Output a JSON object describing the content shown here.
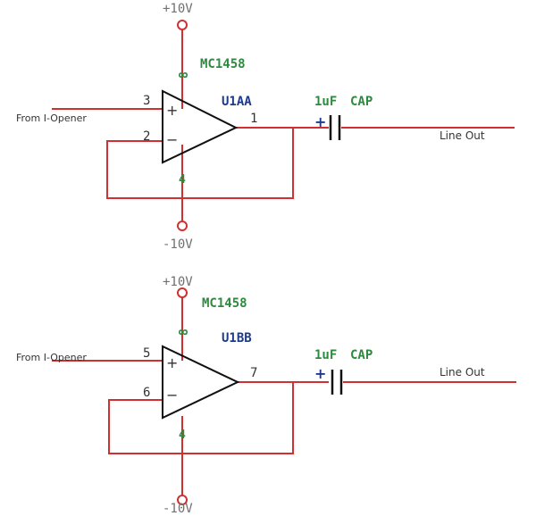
{
  "colors": {
    "wire": "#d03030",
    "component": "#101010",
    "chip_label": "#2d8a3e",
    "unit_label": "#1e3a8a",
    "power_label": "#707070",
    "text": "#333333"
  },
  "circuits": [
    {
      "supply_pos": "+10V",
      "supply_neg": "-10V",
      "chip": "MC1458",
      "unit": "U1AA",
      "pin_vcc": "8",
      "pin_vee": "4",
      "pin_plus_in": "3",
      "pin_minus_in": "2",
      "pin_out": "1",
      "plus_sign": "+",
      "minus_sign": "−",
      "input_label": "From I-Opener",
      "cap_value": "1uF",
      "cap_text": "CAP",
      "cap_polarity": "+",
      "output_label": "Line Out"
    },
    {
      "supply_pos": "+10V",
      "supply_neg": "-10V",
      "chip": "MC1458",
      "unit": "U1BB",
      "pin_vcc": "8",
      "pin_vee": "4",
      "pin_plus_in": "5",
      "pin_minus_in": "6",
      "pin_out": "7",
      "plus_sign": "+",
      "minus_sign": "−",
      "input_label": "From I-Opener",
      "cap_value": "1uF",
      "cap_text": "CAP",
      "cap_polarity": "+",
      "output_label": "Line Out"
    }
  ]
}
